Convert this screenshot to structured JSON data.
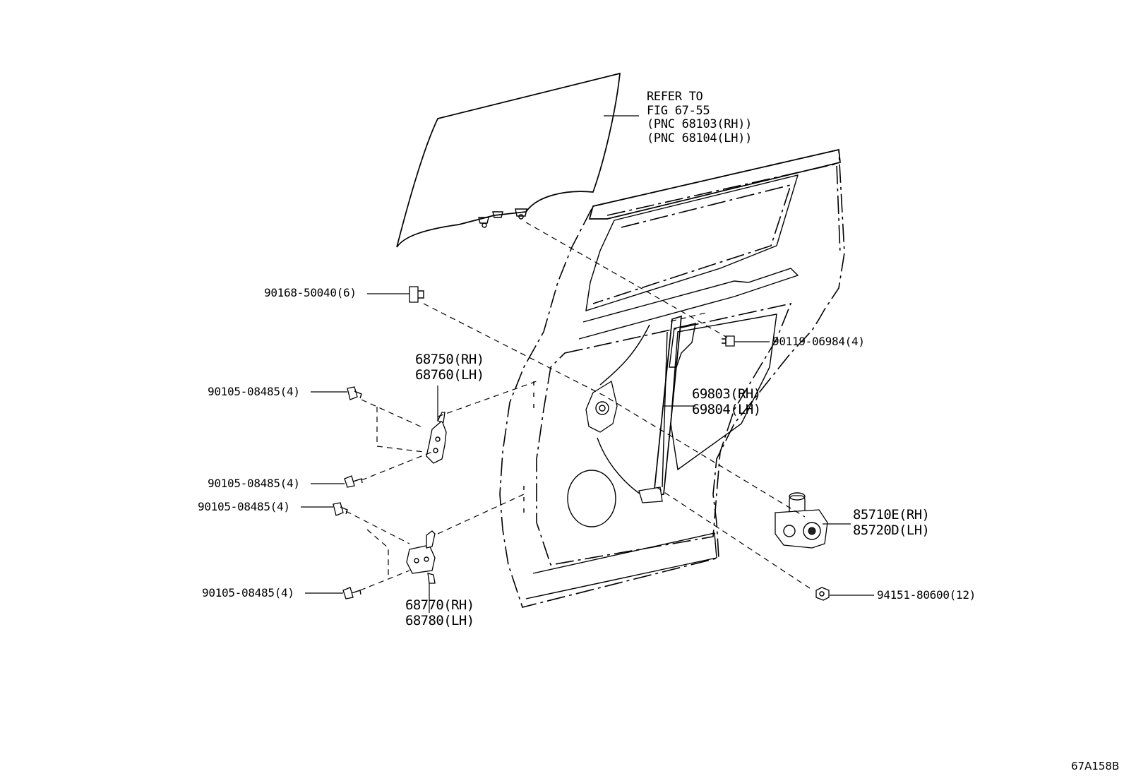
{
  "diagram_code": "67A158B",
  "refer_note": {
    "line1": "REFER TO",
    "line2": "FIG 67-55",
    "line3": "(PNC 68103(RH))",
    "line4": "(PNC 68104(LH))"
  },
  "callouts": {
    "bolt_90168": "90168-50040(6)",
    "bolt_90119": "90119-06984(4)",
    "bolt_90105_a": "90105-08485(4)",
    "bolt_90105_b": "90105-08485(4)",
    "bolt_90105_c": "90105-08485(4)",
    "bolt_90105_d": "90105-08485(4)",
    "nut_94151": "94151-80600(12)",
    "upper_hinge_rh": "68750(RH)",
    "upper_hinge_lh": "68760(LH)",
    "lower_hinge_rh": "68770(RH)",
    "lower_hinge_lh": "68780(LH)",
    "regulator_rh": "69803(RH)",
    "regulator_lh": "69804(LH)",
    "motor_rh": "85710E(RH)",
    "motor_lh": "85720D(LH)"
  }
}
